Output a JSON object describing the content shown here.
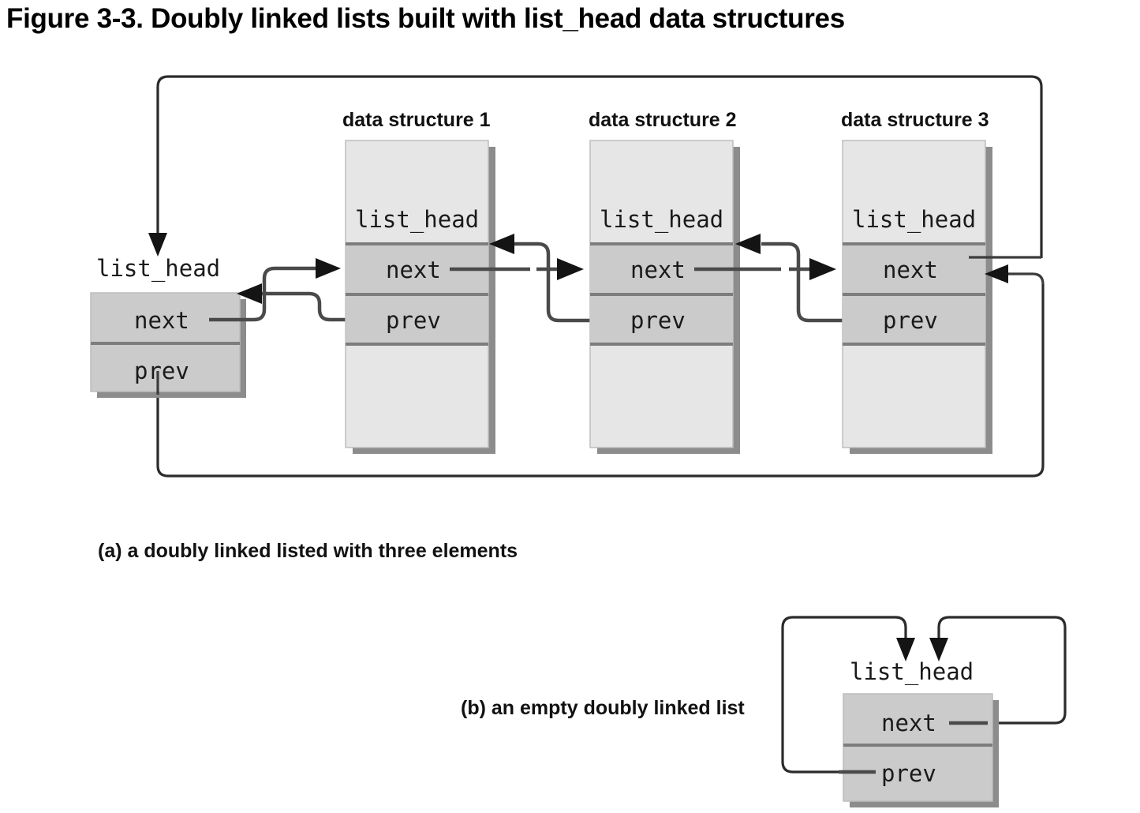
{
  "figure": {
    "title": "Figure 3-3. Doubly linked lists built with list_head data structures"
  },
  "diagram_a": {
    "caption": "(a)  a doubly linked listed with three elements",
    "head": {
      "label": "list_head",
      "fields": [
        "next",
        "prev"
      ]
    },
    "structures": [
      {
        "caption": "data structure 1",
        "inner_label": "list_head",
        "fields": [
          "next",
          "prev"
        ]
      },
      {
        "caption": "data structure 2",
        "inner_label": "list_head",
        "fields": [
          "next",
          "prev"
        ]
      },
      {
        "caption": "data structure 3",
        "inner_label": "list_head",
        "fields": [
          "next",
          "prev"
        ]
      }
    ]
  },
  "diagram_b": {
    "caption": "(b)  an empty doubly linked list",
    "head": {
      "label": "list_head",
      "fields": [
        "next",
        "prev"
      ]
    }
  },
  "colors": {
    "background": "#ffffff",
    "box_outer": "#e6e6e6",
    "box_cell": "#cbcbcb",
    "shadow": "#8c8c8c",
    "separator": "#7d7d7d",
    "connector": "#4a4a4a",
    "loop": "#2b2b2b",
    "text": "#111111"
  }
}
